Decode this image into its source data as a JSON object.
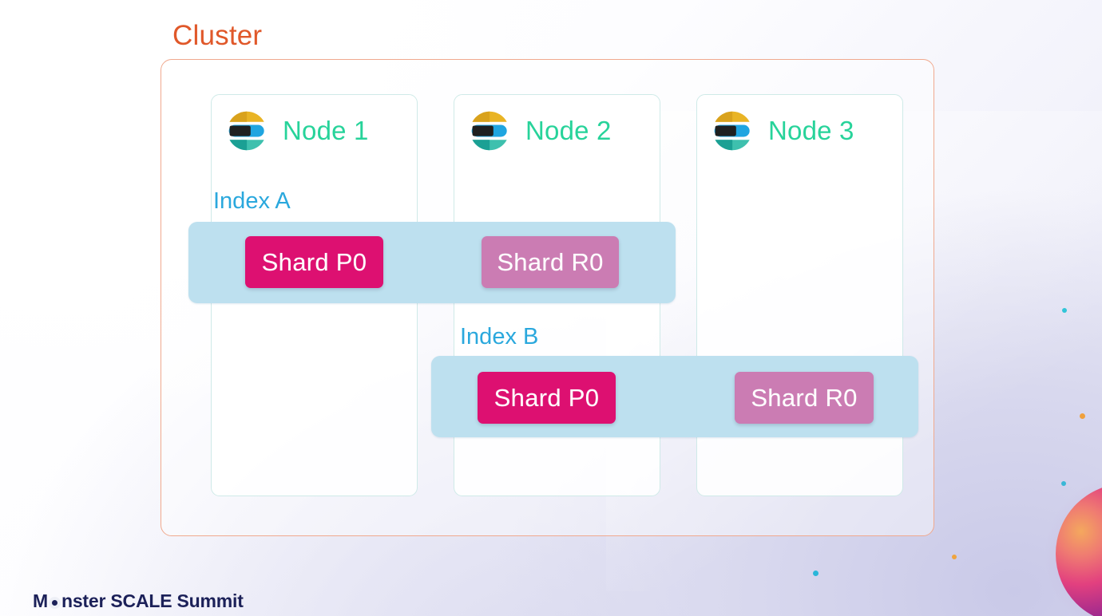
{
  "slide": {
    "cluster_title": "Cluster",
    "colors": {
      "cluster_title": "#e0582a",
      "cluster_border": "#f0a98e",
      "node_label": "#27d39a",
      "node_border": "#cfeae8",
      "index_title": "#2aa8dd",
      "index_bar": "#bde0ef",
      "shard_primary": "#dd1071",
      "shard_replica": "#cb7cb3",
      "footer_text": "#1c2159"
    }
  },
  "nodes": [
    {
      "label": "Node 1",
      "icon": "elasticsearch-logo-icon"
    },
    {
      "label": "Node 2",
      "icon": "elasticsearch-logo-icon"
    },
    {
      "label": "Node 3",
      "icon": "elasticsearch-logo-icon"
    }
  ],
  "indices": [
    {
      "title": "Index A",
      "shards": [
        {
          "label": "Shard P0",
          "role": "primary",
          "node": "Node 1"
        },
        {
          "label": "Shard R0",
          "role": "replica",
          "node": "Node 2"
        }
      ]
    },
    {
      "title": "Index B",
      "shards": [
        {
          "label": "Shard P0",
          "role": "primary",
          "node": "Node 2"
        },
        {
          "label": "Shard R0",
          "role": "replica",
          "node": "Node 3"
        }
      ]
    }
  ],
  "footer": {
    "brand_part1": "M",
    "brand_eye": "eye-glyph-icon",
    "brand_part2": "nster SCALE Summit"
  },
  "decorations": {
    "planet": "gradient-planet-icon",
    "dots": [
      "cyan-dot",
      "cyan-dot",
      "cyan-dot",
      "orange-dot",
      "orange-dot"
    ]
  }
}
